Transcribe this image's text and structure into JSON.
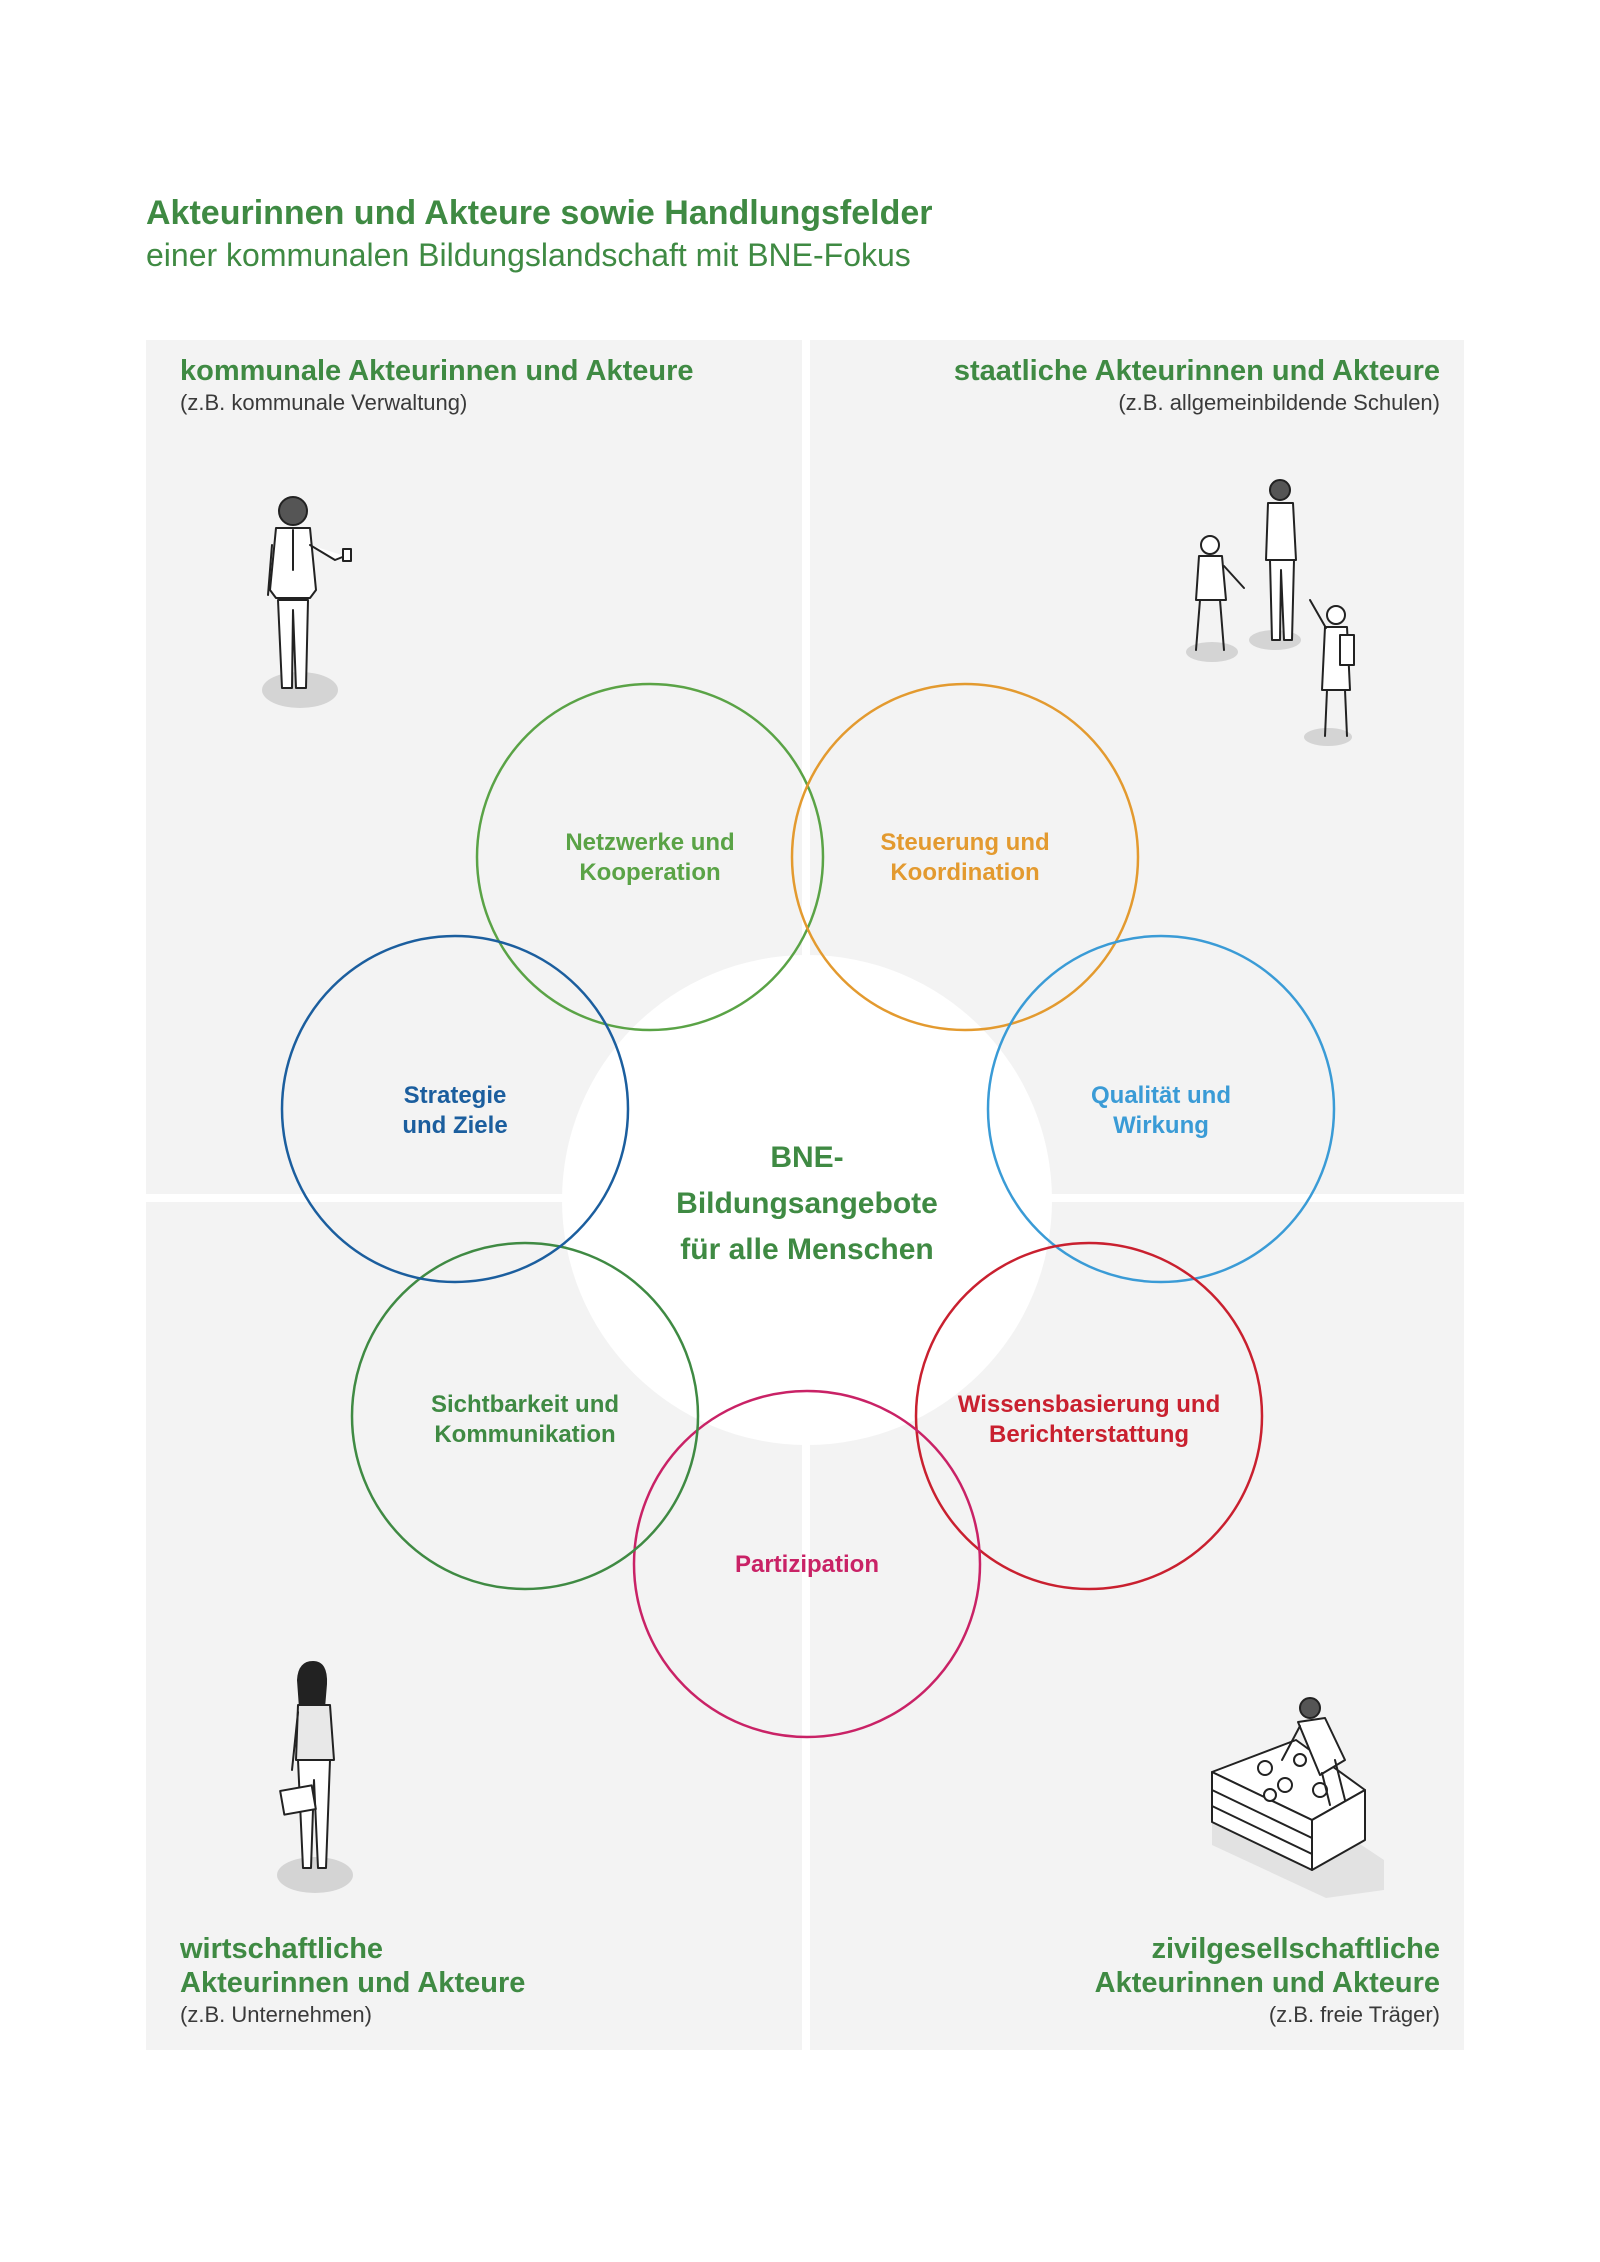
{
  "title": {
    "line1": "Akteurinnen und Akteure sowie Handlungsfelder",
    "line2": "einer kommunalen Bildungslandschaft mit BNE-Fokus"
  },
  "quadrants": {
    "top_left": {
      "heading": "kommunale Akteurinnen und Akteure",
      "sub": "(z.B. kommunale Verwaltung)"
    },
    "top_right": {
      "heading": "staatliche Akteurinnen und Akteure",
      "sub": "(z.B. allgemeinbildende Schulen)"
    },
    "bottom_left": {
      "heading1": "wirtschaftliche",
      "heading2": "Akteurinnen und Akteure",
      "sub": "(z.B. Unternehmen)"
    },
    "bottom_right": {
      "heading1": "zivilgesellschaftliche",
      "heading2": "Akteurinnen und Akteure",
      "sub": "(z.B. freie Träger)"
    }
  },
  "center": {
    "line1": "BNE-",
    "line2": "Bildungsangebote",
    "line3": "für alle Menschen"
  },
  "fields": [
    {
      "line1": "Netzwerke und",
      "line2": "Kooperation",
      "color": "#5aa346"
    },
    {
      "line1": "Steuerung und",
      "line2": "Koordination",
      "color": "#e39a2f"
    },
    {
      "line1": "Qualität und",
      "line2": "Wirkung",
      "color": "#3a9bd6"
    },
    {
      "line1": "Wissensbasierung und",
      "line2": "Berichterstattung",
      "color": "#c9202f"
    },
    {
      "line1": "Partizipation",
      "line2": "",
      "color": "#c92266"
    },
    {
      "line1": "Sichtbarkeit und",
      "line2": "Kommunikation",
      "color": "#3f8a43"
    },
    {
      "line1": "Strategie",
      "line2": "und Ziele",
      "color": "#1b5e9e"
    }
  ],
  "colors": {
    "accent_green": "#3f8a43",
    "quadrant_bg": "#f3f3f3"
  },
  "icons": {
    "top_left": "businessman-with-phone-icon",
    "top_right": "teacher-with-schoolchildren-icon",
    "bottom_left": "woman-with-briefcase-icon",
    "bottom_right": "gardener-at-raised-bed-icon"
  }
}
